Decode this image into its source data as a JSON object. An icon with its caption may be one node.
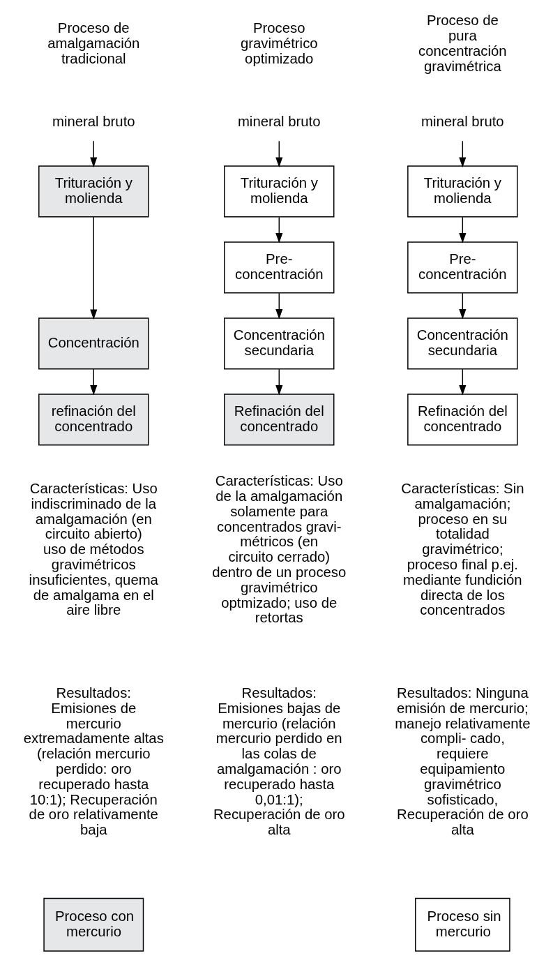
{
  "diagram": {
    "nodes": [
      {
        "text": [
          "mineral bruto"
        ]
      },
      {
        "text": [
          "Trituración y molienda"
        ]
      },
      {
        "text": [
          "Concentración"
        ]
      },
      {
        "text": [
          "refinación del concentrado"
        ]
      },
      {
        "text": [
          "mineral bruto"
        ]
      },
      {
        "text": [
          "Trituración y molienda"
        ]
      },
      {
        "text": [
          "Pre- concentración"
        ]
      },
      {
        "text": [
          "Concentración secundaria"
        ]
      },
      {
        "text": [
          "Refinación del concentrado"
        ]
      },
      {
        "text": [
          "mineral bruto"
        ]
      },
      {
        "text": [
          "Trituración y molienda"
        ]
      },
      {
        "text": [
          "Pre- concentración"
        ]
      },
      {
        "text": [
          "Concentración secundaria"
        ]
      },
      {
        "text": [
          "Refinación del concentrado"
        ]
      }
    ],
    "edges": [
      {
        "from": 0,
        "to": 1,
        "arrow": "to"
      },
      {
        "from": 1,
        "to": 2,
        "arrow": "to"
      },
      {
        "from": 2,
        "to": 3,
        "arrow": "to"
      },
      {
        "from": 4,
        "to": 5,
        "arrow": "to"
      },
      {
        "from": 5,
        "to": 6,
        "arrow": "to"
      },
      {
        "from": 6,
        "to": 7,
        "arrow": "to"
      },
      {
        "from": 7,
        "to": 8,
        "arrow": "to"
      },
      {
        "from": 9,
        "to": 10,
        "arrow": "to"
      },
      {
        "from": 10,
        "to": 11,
        "arrow": "to"
      },
      {
        "from": 11,
        "to": 12,
        "arrow": "to"
      },
      {
        "from": 12,
        "to": 13,
        "arrow": "to"
      }
    ],
    "labels": [
      "Proceso de amalgamación tradicional",
      "Proceso gravimétrico optimizado",
      "Proceso de pura concentración gravimétrica",
      "Características: Uso indiscriminado de la amalgamación (en circuito abierto) uso de métodos gravimétricos insuficientes, quema de amalgama en el aire libre",
      "Características: Uso de la amalgamación solamente para concentrados gravi- métricos (en circuito cerrado) dentro de un proceso gravimétrico optmizado; uso de retortas",
      "Características: Sin amalgamación; proceso en su totalidad gravimétrico; proceso final p.ej. mediante fundición directa de los concentrados",
      "Resultados: Emisiones de mercurio extremadamente altas (relación mercurio perdido: oro recuperado hasta 10:1); Recuperación de oro relativamente baja",
      "Resultados: Emisiones bajas de mercurio (relación mercurio perdido en las colas de amalgamación : oro recuperado hasta 0,01:1); Recuperación de oro alta",
      "Resultados: Ninguna emisión de mercurio; manejo relativamente compli- cado, requiere equipamiento gravimétrico sofisticado, Recuperación de oro alta"
    ],
    "legend": [
      {
        "text": "Proceso con mercurio",
        "color": "#e6e7e8"
      },
      {
        "text": "Proceso sin mercurio",
        "color": "#ffffff"
      }
    ]
  }
}
